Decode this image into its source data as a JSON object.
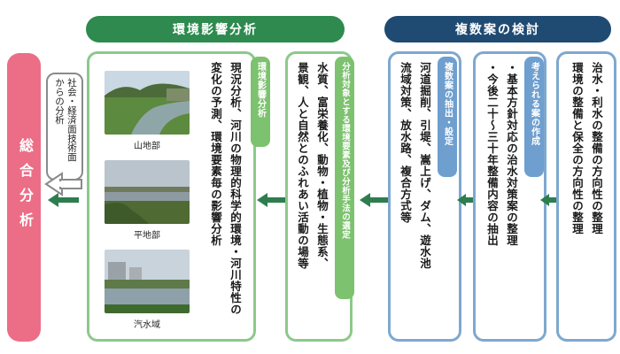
{
  "headers": {
    "env_analysis": "環境影響分析",
    "multi_plan": "複数案の検討"
  },
  "comprehensive": {
    "label": "総合分析"
  },
  "social_note": {
    "line1": "社会・経済面",
    "line2": "技術面",
    "line3": "からの分析"
  },
  "env_impact_panel": {
    "tag": "環境影響分析",
    "text_col1": "現況分析、河川の物理的科学的環境・河川特性の",
    "text_col2": "変化の予測、環境要素毎の影響分析",
    "photos": [
      {
        "caption": "山地部"
      },
      {
        "caption": "平地部"
      },
      {
        "caption": "汽水域"
      }
    ]
  },
  "target_panel": {
    "tag": "分析対象とする環境要素及び分析手法の選定",
    "text_col1": "水質、富栄養化、動物・植物・生態系、",
    "text_col2": "景観、人と自然とのふれあい活動の場等"
  },
  "extract_panel": {
    "tag": "複数案の抽出・設定",
    "text_col1": "河道掘削、引堤、嵩上げ、ダム、遊水池",
    "text_col2": "流域対策、放水路、複合方式等"
  },
  "considered_panel": {
    "tag": "考えられる案の作成",
    "text_col1": "・基本方針対応の治水対策案の整理",
    "text_col2": "・今後二十〜三十年整備内容の抽出"
  },
  "policy_panel": {
    "text_col1": "治水・利水の整備の方向性の整理",
    "text_col2": "環境の整備と保全の方向性の整理"
  },
  "colors": {
    "green_header": "#2e8a4f",
    "navy_header": "#1f4a72",
    "green_border": "#8cc98a",
    "blue_border": "#7ea8cf",
    "pink": "#ec6d86",
    "arrow_green": "#2e7d4f"
  }
}
